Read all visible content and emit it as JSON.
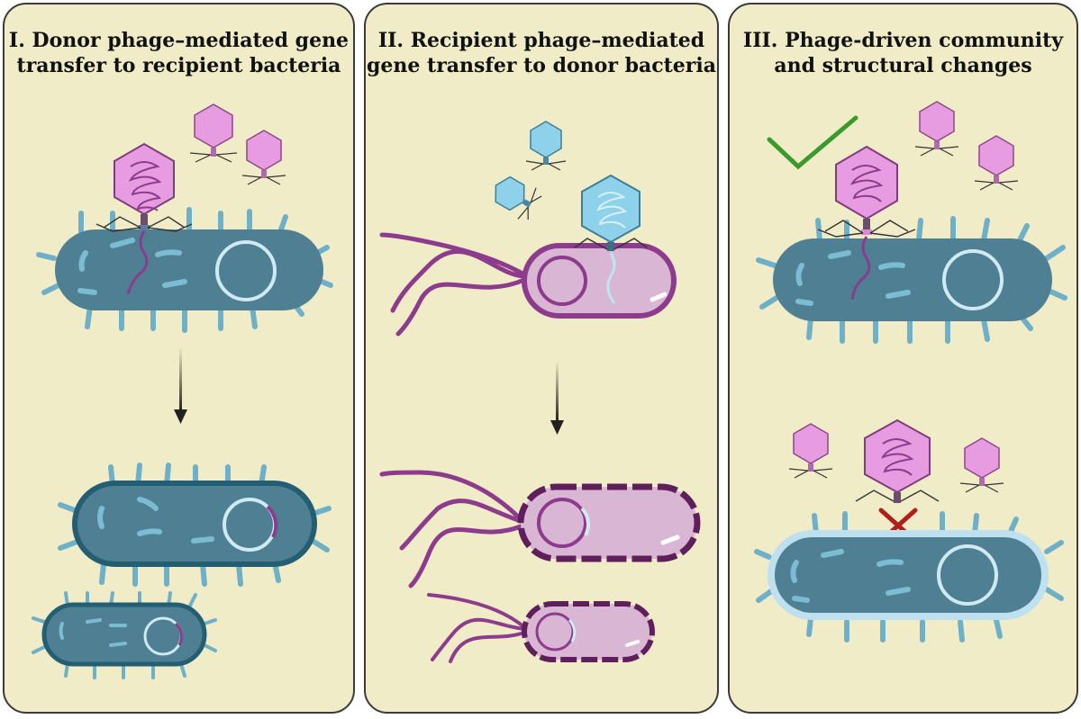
{
  "panels": [
    {
      "title_line1": "I. Donor phage–mediated gene",
      "title_line2": "transfer to recipient bacteria"
    },
    {
      "title_line1": "II. Recipient phage–mediated",
      "title_line2": "gene transfer to donor bacteria"
    },
    {
      "title_line1": "III. Phage-driven community",
      "title_line2": "and structural changes"
    }
  ],
  "colors": {
    "panel_bg": "#f1ecc8",
    "donor_cell": "#4f7f92",
    "donor_pili": "#6fb0c9",
    "recipient_cell": "#d9b7d4",
    "recipient_outline": "#8d3b8c",
    "donor_phage": "#e79be0",
    "recipient_phage": "#8ed1ea",
    "check": "#3a9a2b",
    "cross": "#b01e1e"
  },
  "icons": [
    "down-arrow-icon",
    "check-icon",
    "cross-icon"
  ]
}
